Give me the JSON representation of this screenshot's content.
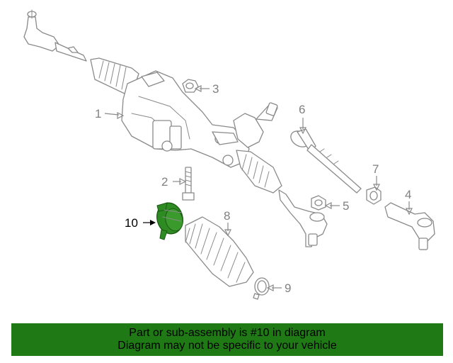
{
  "diagram": {
    "callouts": [
      "1",
      "2",
      "3",
      "4",
      "5",
      "6",
      "7",
      "8",
      "9",
      "10"
    ],
    "highlighted_callout": "10",
    "highlight_color": "#2e8b22"
  },
  "banner": {
    "line1": "Part or sub-assembly is #10 in diagram",
    "line2": "Diagram may not be specific to your vehicle",
    "background": "#1f7a16"
  }
}
